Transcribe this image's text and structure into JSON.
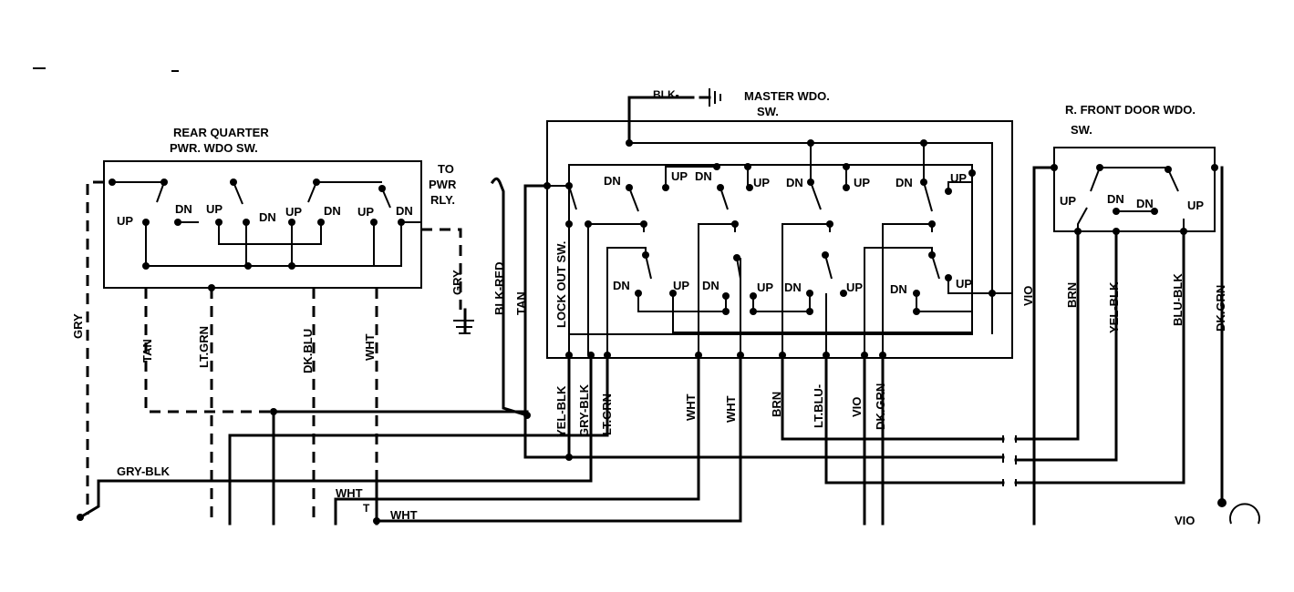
{
  "components": {
    "rear_quarter": {
      "title_line1": "REAR QUARTER",
      "title_line2": "PWR. WDO SW."
    },
    "to_pwr_rly": {
      "line1": "TO",
      "line2": "PWR",
      "line3": "RLY."
    },
    "master": {
      "title_line1": "MASTER WDO.",
      "title_line2": "SW."
    },
    "r_front": {
      "title_line1": "R. FRONT DOOR WDO.",
      "title_line2": "SW."
    },
    "lock_out": {
      "label": "LOCK OUT SW."
    }
  },
  "switch_labels": {
    "up": "UP",
    "dn": "DN"
  },
  "wires": {
    "gry": "GRY",
    "gry_blk": "GRY-BLK",
    "tan_rear": "TAN",
    "lt_grn_rear": "LT.GRN",
    "dk_blu": "DK.BLU",
    "wht_rear": "WHT",
    "gry_relay": "GRY",
    "blk_red": "BLK-RED",
    "tan_master": "TAN",
    "blk_ground": "BLK-",
    "yel_blk_master": "YEL-BLK",
    "gry_blk_master": "GRY-BLK",
    "lt_grn_master": "LT.GRN",
    "wht_1": "WHT",
    "wht_2": "WHT",
    "brn_master": "BRN",
    "lt_blu": "LT.BLU-",
    "vio_master": "VIO",
    "dk_grn_master": "DK.GRN",
    "vio_right": "VIO",
    "brn_right": "BRN",
    "yel_blk_right": "YEL-BLK",
    "blu_blk": "BLU-BLK",
    "dk_grn_right": "DK.GRN",
    "wht_bottom_1": "WHT",
    "wht_bottom_2": "WHT",
    "t_mark": "T",
    "vio_bottom": "VIO"
  }
}
